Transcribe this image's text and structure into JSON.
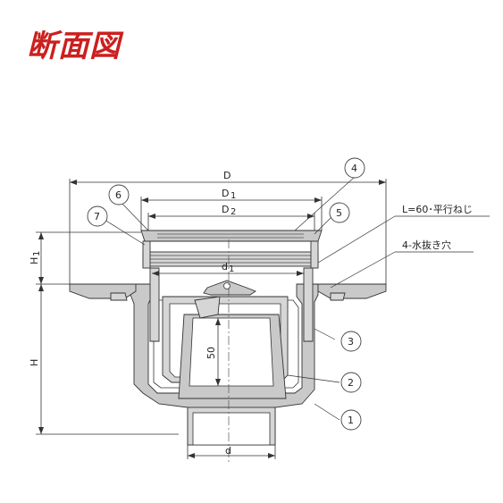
{
  "title": "断面図",
  "dimensions": {
    "D": "D",
    "D1": "D",
    "D1_sub": "1",
    "D2": "D",
    "D2_sub": "2",
    "d1": "d",
    "d1_sub": "1",
    "d": "d",
    "H": "H",
    "H1": "H",
    "H1_sub": "1",
    "depth50": "50"
  },
  "callouts": [
    {
      "id": "c1",
      "num": "1"
    },
    {
      "id": "c2",
      "num": "2"
    },
    {
      "id": "c3",
      "num": "3"
    },
    {
      "id": "c4",
      "num": "4"
    },
    {
      "id": "c5",
      "num": "5"
    },
    {
      "id": "c6",
      "num": "6"
    },
    {
      "id": "c7",
      "num": "7"
    }
  ],
  "notes": {
    "thread": "L=60･平行ねじ",
    "holes": "4-水抜き穴"
  }
}
